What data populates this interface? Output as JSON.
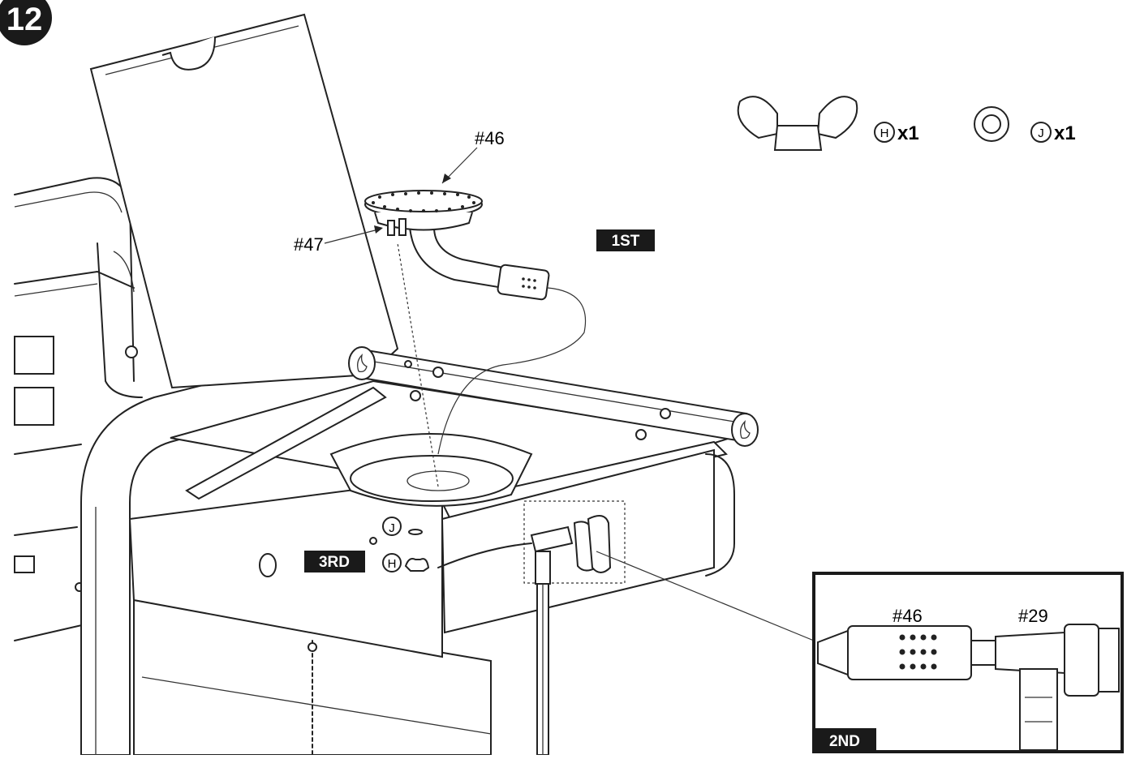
{
  "step": {
    "number": "12"
  },
  "hardware": [
    {
      "id": "H",
      "qty": "x1",
      "icon": "wing-nut-icon"
    },
    {
      "id": "J",
      "qty": "x1",
      "icon": "washer-icon"
    }
  ],
  "part_labels": {
    "burner": "#46",
    "electrode": "#47"
  },
  "order_tags": {
    "first": "1ST",
    "third": "3RD"
  },
  "callouts": {
    "washer": "J",
    "wing_nut": "H"
  },
  "detail_view": {
    "burner_label": "#46",
    "valve_label": "#29",
    "tag": "2ND"
  },
  "colors": {
    "ink": "#1a1a1a",
    "tag_bg": "#1a1a1a",
    "tag_text": "#ffffff",
    "paper": "#ffffff"
  }
}
